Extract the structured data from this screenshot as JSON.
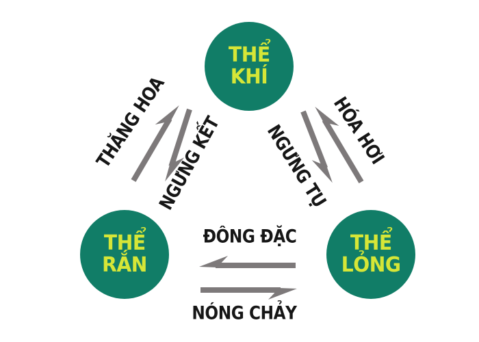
{
  "diagram": {
    "nodes": [
      {
        "id": "gas",
        "line1": "THỂ",
        "line2": "KHÍ"
      },
      {
        "id": "solid",
        "line1": "THỂ",
        "line2": "RẮN"
      },
      {
        "id": "liquid",
        "line1": "THỂ",
        "line2": "LỎNG"
      }
    ],
    "transitions": [
      {
        "id": "thang-hoa",
        "label": "THĂNG HOA",
        "from": "solid",
        "to": "gas"
      },
      {
        "id": "ngung-ket",
        "label": "NGƯNG KẾT",
        "from": "gas",
        "to": "solid"
      },
      {
        "id": "hoa-hoi",
        "label": "HÓA HƠI",
        "from": "liquid",
        "to": "gas"
      },
      {
        "id": "ngung-tu",
        "label": "NGƯNG TỤ",
        "from": "gas",
        "to": "liquid"
      },
      {
        "id": "dong-dac",
        "label": "ĐÔNG ĐẶC",
        "from": "liquid",
        "to": "solid"
      },
      {
        "id": "nong-chay",
        "label": "NÓNG CHẢY",
        "from": "solid",
        "to": "liquid"
      }
    ]
  },
  "colors": {
    "background": "#ffffff",
    "node_fill": "#117d67",
    "node_text": "#d6e637",
    "arrow": "#7d797a",
    "label_text": "#161616"
  }
}
